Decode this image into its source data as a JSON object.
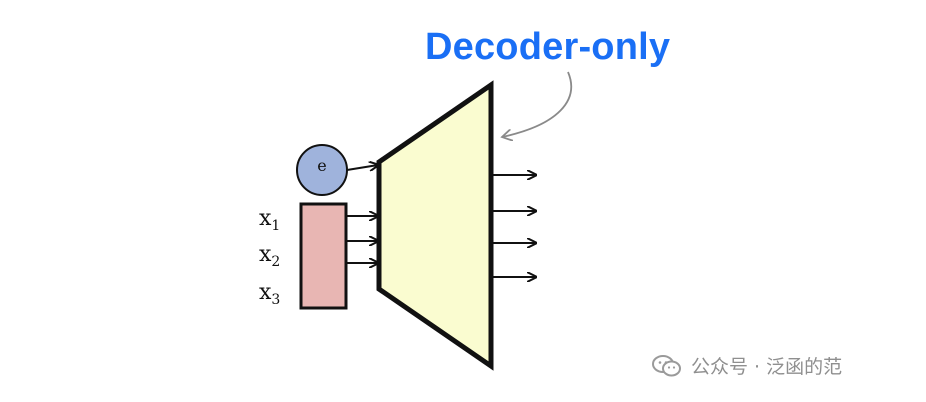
{
  "title": "Decoder-only",
  "embedding_label": "e",
  "inputs": [
    {
      "base": "x",
      "sub": "1"
    },
    {
      "base": "x",
      "sub": "2"
    },
    {
      "base": "x",
      "sub": "3"
    }
  ],
  "watermark": {
    "icon": "wechat-icon",
    "text": "公众号 · 泛函的范"
  },
  "colors": {
    "title": "#1a6ff5",
    "embedding_fill": "#9fb3dc",
    "input_fill": "#e8b6b3",
    "decoder_fill": "#fafcd0",
    "stroke": "#111111",
    "curve": "#8a8a8a",
    "watermark": "#8f8f8f"
  }
}
